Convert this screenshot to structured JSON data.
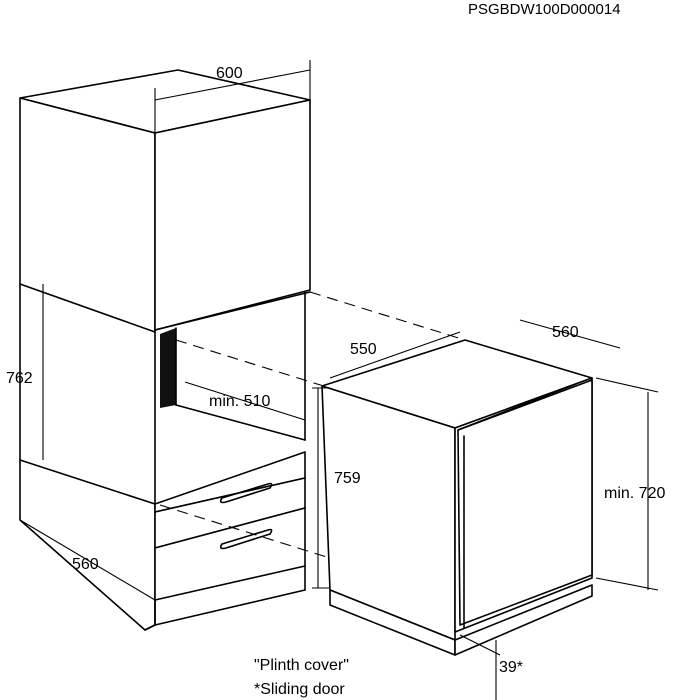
{
  "drawing_code": "PSGBDW100D000014",
  "dimensions": {
    "cabinet_width": "600",
    "niche_height": "762",
    "niche_depth_min": "min. 510",
    "cabinet_depth": "560",
    "appliance_depth": "550",
    "appliance_width": "560",
    "appliance_height": "759",
    "door_height_min": "min. 720",
    "door_offset": "39*"
  },
  "notes": {
    "plinth_cover": "\"Plinth cover\"",
    "sliding_door": "*Sliding door"
  }
}
